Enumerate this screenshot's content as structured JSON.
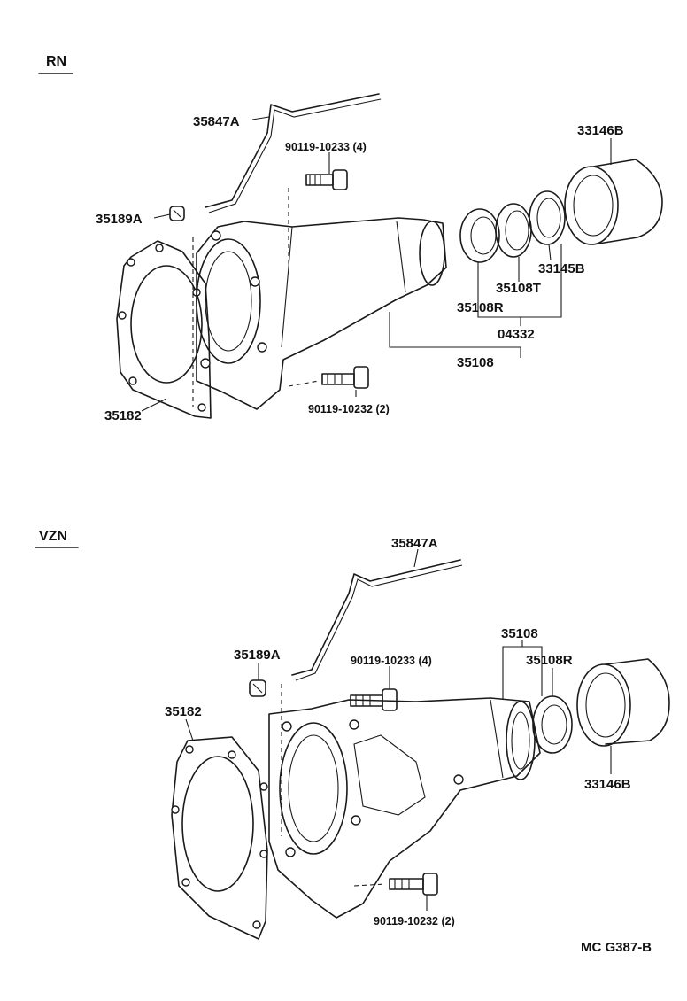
{
  "sections": {
    "rn": {
      "label": "RN",
      "parts": {
        "breather_tube": "35847A",
        "bolt_upper": "90119-10233 (4)",
        "plug": "35189A",
        "gasket": "35182",
        "bolt_lower": "90119-10232 (2)",
        "extension_housing": "35108",
        "bushing": "35108R",
        "seal_t": "35108T",
        "oil_seal": "33145B",
        "dust_cover": "33146B",
        "kit": "04332"
      }
    },
    "vzn": {
      "label": "VZN",
      "parts": {
        "breather_tube": "35847A",
        "plug": "35189A",
        "gasket": "35182",
        "bolt_upper": "90119-10233 (4)",
        "extension_housing": "35108",
        "bushing": "35108R",
        "dust_cover": "33146B",
        "bolt_lower": "90119-10232 (2)"
      }
    }
  },
  "footer_code": "MC  G387-B"
}
